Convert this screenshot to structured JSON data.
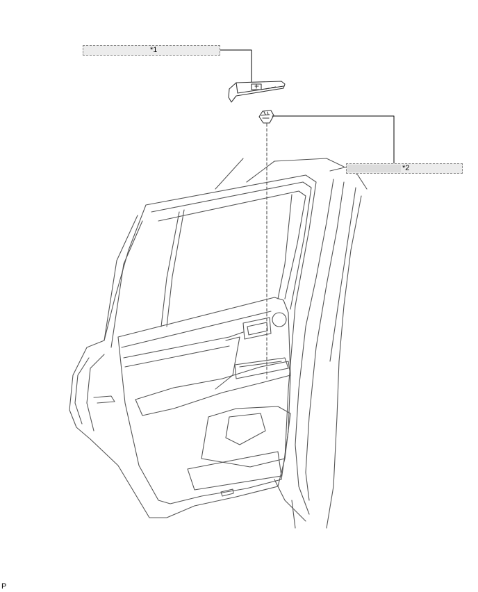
{
  "callouts": {
    "c1": "*1",
    "c2": "*2"
  },
  "figure_code": "P"
}
